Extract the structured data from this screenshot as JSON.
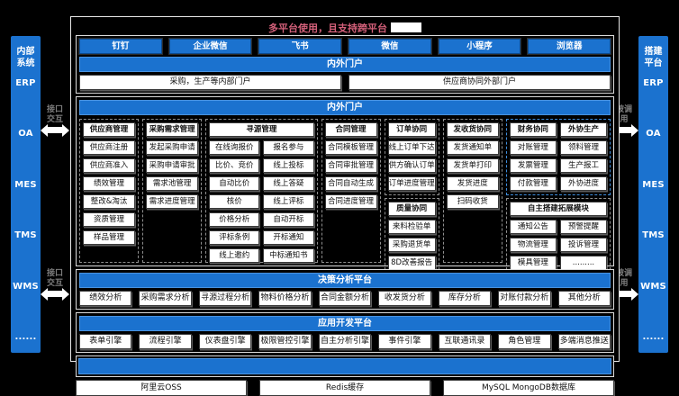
{
  "title": {
    "text": "多平台使用，且支持跨平台",
    "redacted": true
  },
  "accent_color": "#1b72cf",
  "title_color": "#d4607a",
  "left_sidebar": {
    "title": "内部\n系统",
    "items": [
      "ERP",
      "OA",
      "MES",
      "TMS",
      "WMS",
      "......"
    ]
  },
  "right_sidebar": {
    "title": "搭建\n平台",
    "items": [
      "ERP",
      "OA",
      "MES",
      "TMS",
      "WMS",
      "......"
    ]
  },
  "connectors": {
    "left_label": "接口\n交互",
    "right_label": "被调\n用"
  },
  "channels": [
    "钉钉",
    "企业微信",
    "飞书",
    "微信",
    "小程序",
    "浏览器"
  ],
  "portal": {
    "header": "内外门户",
    "items": [
      "采购，生产等内部门户",
      "供应商协同外部门户"
    ]
  },
  "modules": {
    "header": "内外门户",
    "groups": [
      {
        "flex": 1,
        "border": "gray",
        "cols": [
          {
            "header": "供应商管理",
            "items": [
              "供应商注册",
              "供应商准入",
              "绩效管理",
              "整改&淘汰",
              "资质管理",
              "样品管理"
            ]
          }
        ]
      },
      {
        "flex": 1,
        "border": "gray",
        "cols": [
          {
            "header": "采购需求管理",
            "items": [
              "发起采购申请",
              "采购申请审批",
              "需求池管理",
              "需求进度管理"
            ]
          }
        ]
      },
      {
        "flex": 2,
        "border": "gray",
        "span_header": "寻源管理",
        "cols": [
          {
            "items": [
              "在线询报价",
              "比价、竞价",
              "自动比价",
              "核价",
              "价格分析",
              "评标条例",
              "线上邀约"
            ]
          },
          {
            "items": [
              "报名参与",
              "线上投标",
              "线上答疑",
              "线上评标",
              "自动开标",
              "开标通知",
              "中标通知书"
            ]
          }
        ]
      },
      {
        "flex": 1,
        "border": "gray",
        "cols": [
          {
            "header": "合同管理",
            "items": [
              "合同模板管理",
              "合同审批管理",
              "合同自动生成",
              "合同进度管理"
            ]
          }
        ]
      },
      {
        "flex": 1,
        "stack": [
          {
            "border": "gray",
            "cols": [
              {
                "header": "订单协同",
                "items": [
                  "线上订单下达",
                  "供方确认订单",
                  "订单进度管理"
                ]
              }
            ]
          },
          {
            "border": "gray",
            "cols": [
              {
                "header": "质量协同",
                "items": [
                  "来料检验单",
                  "采购退货单",
                  "8D改善报告"
                ]
              }
            ]
          }
        ]
      },
      {
        "flex": 1,
        "border": "gray",
        "cols": [
          {
            "header": "发收货协同",
            "items": [
              "发货通知单",
              "发货单打印",
              "发货进度",
              "扫码收货"
            ]
          }
        ]
      },
      {
        "flex": 2,
        "stack": [
          {
            "border": "blue",
            "cols": [
              {
                "header": "财务协同",
                "items": [
                  "对账管理",
                  "发票管理",
                  "付款管理"
                ]
              },
              {
                "header": "外协生产",
                "items": [
                  "领料管理",
                  "生产报工",
                  "外协进度"
                ]
              }
            ]
          },
          {
            "border": "gray",
            "span_header": "自主搭建拓展模块",
            "cols": [
              {
                "items": [
                  "通知公告",
                  "物流管理",
                  "模具管理"
                ]
              },
              {
                "items": [
                  "预警提醒",
                  "投诉管理",
                  "........."
                ]
              }
            ]
          }
        ]
      }
    ]
  },
  "decision": {
    "header": "决策分析平台",
    "items": [
      "绩效分析",
      "采购需求分析",
      "寻源过程分析",
      "物料价格分析",
      "合同金额分析",
      "收发货分析",
      "库存分析",
      "对账付款分析",
      "其他分析"
    ]
  },
  "appdev": {
    "header": "应用开发平台",
    "items": [
      "表单引擎",
      "流程引擎",
      "仪表盘引擎",
      "极限管控引擎",
      "自主分析引擎",
      "事件引擎",
      "互联通讯录",
      "角色管理",
      "多端消息推送"
    ]
  },
  "infra": {
    "bar_label": "",
    "items": [
      "阿里云OSS",
      "Redis缓存",
      "MySQL MongoDB数据库"
    ]
  }
}
